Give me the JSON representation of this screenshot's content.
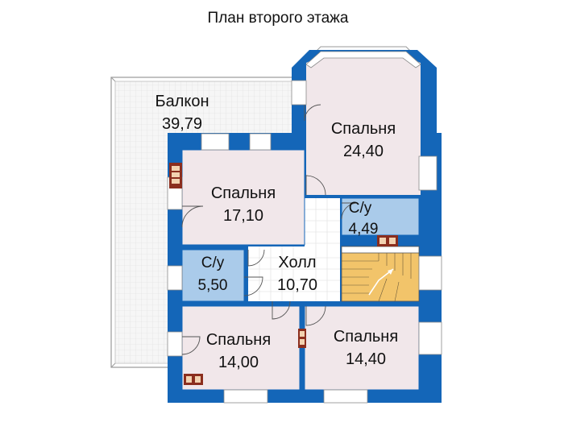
{
  "title": "План второго этажа",
  "rooms": [
    {
      "id": "balcony",
      "name": "Балкон",
      "area": "39,79"
    },
    {
      "id": "bedroom1",
      "name": "Спальня",
      "area": "24,40"
    },
    {
      "id": "bedroom2",
      "name": "Спальня",
      "area": "17,10"
    },
    {
      "id": "wc1",
      "name": "С/у",
      "area": "4,49"
    },
    {
      "id": "wc2",
      "name": "С/у",
      "area": "5,50"
    },
    {
      "id": "hall",
      "name": "Холл",
      "area": "10,70"
    },
    {
      "id": "bedroom3",
      "name": "Спальня",
      "area": "14,00"
    },
    {
      "id": "bedroom4",
      "name": "Спальня",
      "area": "14,40"
    }
  ],
  "colors": {
    "wall": "#1466b8",
    "bedroom_floor": "#f1e7ea",
    "bathroom_floor": "#aacbea",
    "stair_floor": "#f2c46a",
    "balcony_floor": "#f6f6f6",
    "hall_floor": "#ffffff",
    "furniture": "#8b2e1e"
  }
}
